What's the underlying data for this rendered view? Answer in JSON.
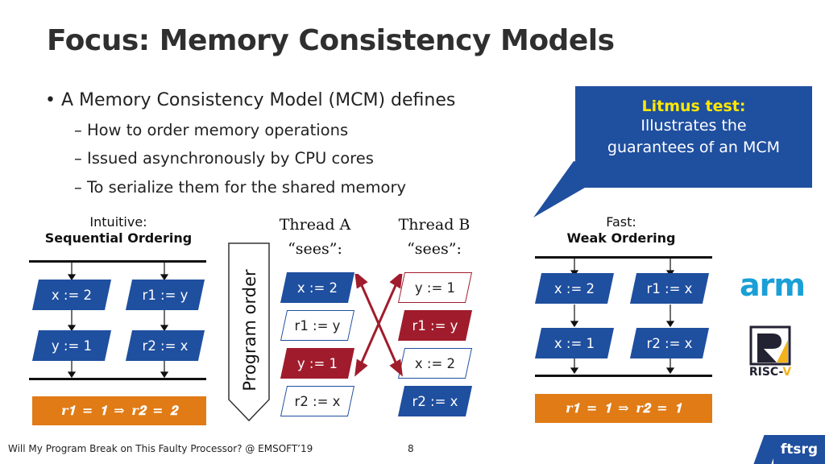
{
  "title": "Focus: Memory Consistency Models",
  "bullets": {
    "main": "A Memory Consistency Model (MCM) defines",
    "subs": [
      "How to order memory operations",
      "Issued asynchronously by CPU cores",
      "To serialize them for the shared memory"
    ]
  },
  "callout": {
    "title": "Litmus test:",
    "line1": "Illustrates the",
    "line2": "guarantees of an MCM"
  },
  "sequential": {
    "label": "Intuitive:",
    "name": "Sequential Ordering",
    "core1": [
      "x := 2",
      "y := 1"
    ],
    "core2": [
      "r1 := y",
      "r2 := x"
    ],
    "result": "𝒓𝟏 = 𝟏  ⇒  𝒓𝟐 = 𝟐"
  },
  "program_order": "Program order",
  "threads": {
    "a_label_1": "Thread A",
    "a_label_2": "“sees”:",
    "b_label_1": "Thread B",
    "b_label_2": "“sees”:",
    "a_ops": [
      "x := 2",
      "r1 := y",
      "y := 1",
      "r2 := x"
    ],
    "b_ops": [
      "y := 1",
      "r1 := y",
      "x := 2",
      "r2 := x"
    ]
  },
  "weak": {
    "label": "Fast:",
    "name": "Weak Ordering",
    "core1": [
      "x := 2",
      "x := 1"
    ],
    "core2": [
      "r1 := x",
      "r2 := x"
    ],
    "result": "𝒓𝟏 = 𝟏  ⇒  𝒓𝟐 = 𝟏"
  },
  "logos": {
    "arm": "arm",
    "riscv": "RISC-",
    "riscv_v": "V"
  },
  "footer": {
    "text": "Will My Program Break on This Faulty Processor? @ EMSOFT’19",
    "page": "8",
    "logo": "ftsrg"
  },
  "colors": {
    "blue": "#1f4f9f",
    "red": "#a01c2c",
    "orange": "#e07b16",
    "yellow": "#ffe800"
  }
}
